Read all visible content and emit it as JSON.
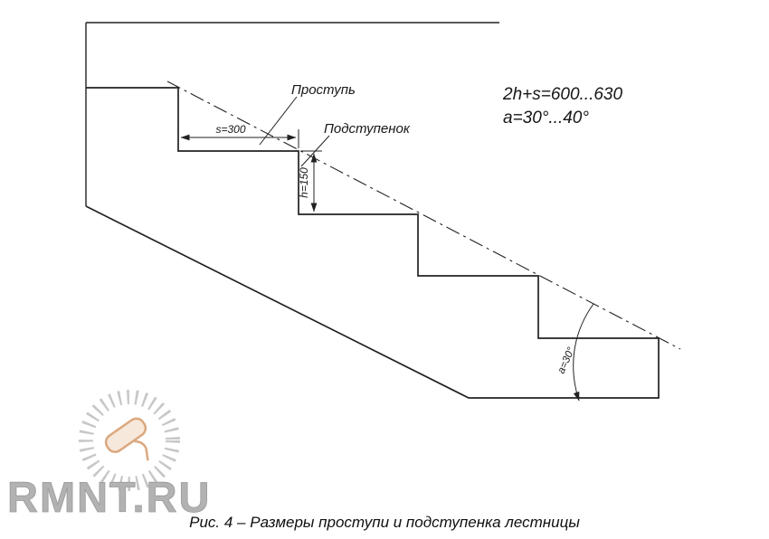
{
  "drawing": {
    "tread_label": "Проступь",
    "riser_label": "Подступенок",
    "tread_dim": "s=300",
    "riser_dim": "h=150",
    "formula1": "2h+s=600...630",
    "formula2": "a=30°...40°",
    "angle_label": "a=30°"
  },
  "watermark": {
    "brand": "RMNT.RU"
  },
  "caption": {
    "text": "Рис. 4 – Размеры проступи и подступенка лестницы"
  },
  "colors": {
    "line": "#222222",
    "watermark_gray": "#b2b2b2",
    "roller_fill": "#f6e8da",
    "roller_stroke": "#dba87f"
  }
}
